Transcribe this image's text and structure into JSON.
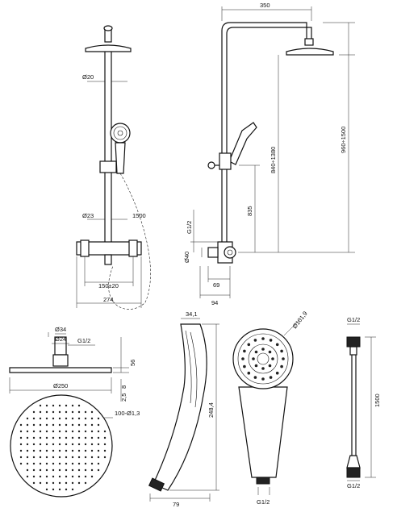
{
  "front_view": {
    "dim_d20": "Ø20",
    "dim_d23": "Ø23",
    "dim_hose": "1500",
    "dim_150": "150±20",
    "dim_274": "274"
  },
  "side_view": {
    "dim_350": "350",
    "dim_960": "960÷1500",
    "dim_840": "840÷1380",
    "dim_835": "835",
    "dim_g12": "G1/2",
    "dim_d40": "Ø40",
    "dim_69": "69",
    "dim_94": "94"
  },
  "head_detail": {
    "dim_d34": "Ø34",
    "dim_d24": "Ø24",
    "dim_g12": "G1/2",
    "dim_56": "56",
    "dim_8": "8",
    "dim_25": "2,5",
    "dim_d250": "Ø250",
    "dim_nozzles": "100-Ø1,3"
  },
  "hand_side": {
    "dim_341": "34,1",
    "dim_2484": "248,4",
    "dim_79": "79"
  },
  "hand_front": {
    "dim_d1019": "Ø101,9",
    "dim_g12": "G1/2"
  },
  "hose_detail": {
    "dim_g12_top": "G1/2",
    "dim_1500": "1500",
    "dim_g12_bottom": "G1/2"
  }
}
